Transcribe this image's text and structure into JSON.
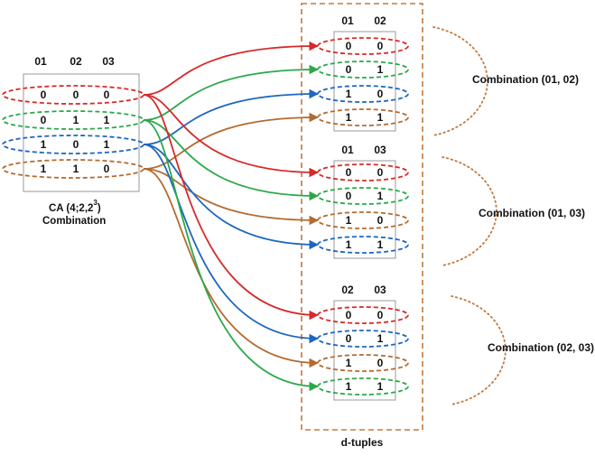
{
  "colors": {
    "red": "#d62a2a",
    "green": "#2ca84a",
    "blue": "#1d66c0",
    "brown": "#b36b30",
    "box": "#999999",
    "frame": "#c07a40"
  },
  "ca": {
    "headers": [
      "01",
      "02",
      "03"
    ],
    "rows": [
      {
        "color": "red",
        "values": [
          "0",
          "0",
          "0"
        ]
      },
      {
        "color": "green",
        "values": [
          "0",
          "1",
          "1"
        ]
      },
      {
        "color": "blue",
        "values": [
          "1",
          "0",
          "1"
        ]
      },
      {
        "color": "brown",
        "values": [
          "1",
          "1",
          "0"
        ]
      }
    ],
    "caption_main": "CA (4;2,2",
    "caption_sup": "3",
    "caption_close": ")",
    "caption_line2": "Combination"
  },
  "frame_label": "d-tuples",
  "groups": [
    {
      "headers": [
        "01",
        "02"
      ],
      "label": "Combination (01, 02)",
      "rows": [
        {
          "color": "red",
          "values": [
            "0",
            "0"
          ]
        },
        {
          "color": "green",
          "values": [
            "0",
            "1"
          ]
        },
        {
          "color": "blue",
          "values": [
            "1",
            "0"
          ]
        },
        {
          "color": "brown",
          "values": [
            "1",
            "1"
          ]
        }
      ]
    },
    {
      "headers": [
        "01",
        "03"
      ],
      "label": "Combination (01, 03)",
      "rows": [
        {
          "color": "red",
          "values": [
            "0",
            "0"
          ]
        },
        {
          "color": "green",
          "values": [
            "0",
            "1"
          ]
        },
        {
          "color": "brown",
          "values": [
            "1",
            "0"
          ]
        },
        {
          "color": "blue",
          "values": [
            "1",
            "1"
          ]
        }
      ]
    },
    {
      "headers": [
        "02",
        "03"
      ],
      "label": "Combination (02, 03)",
      "rows": [
        {
          "color": "red",
          "values": [
            "0",
            "0"
          ]
        },
        {
          "color": "blue",
          "values": [
            "0",
            "1"
          ]
        },
        {
          "color": "brown",
          "values": [
            "1",
            "0"
          ]
        },
        {
          "color": "green",
          "values": [
            "1",
            "1"
          ]
        }
      ]
    }
  ]
}
